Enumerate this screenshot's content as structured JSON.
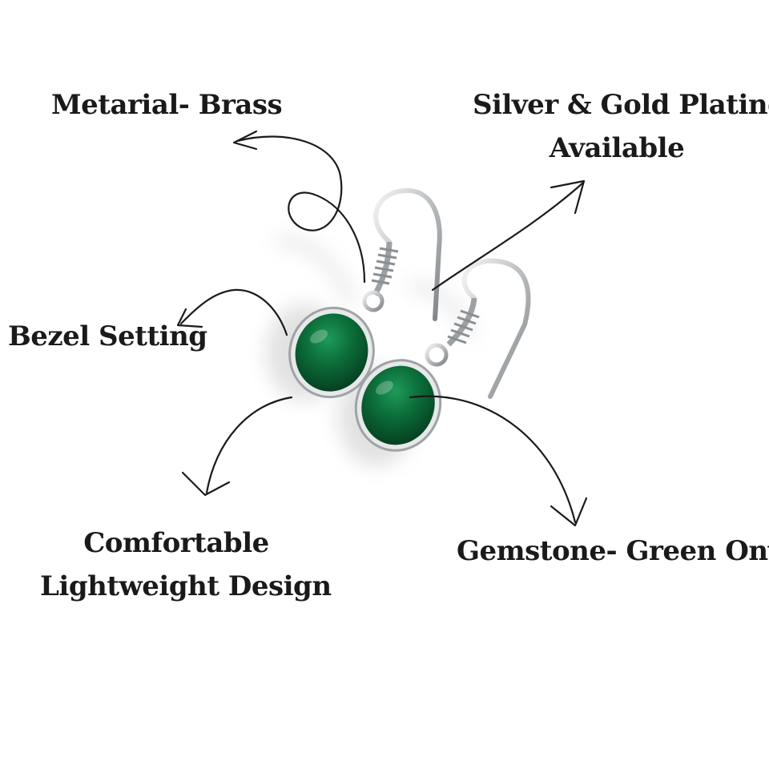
{
  "labels": {
    "material": "Metarial- Brass",
    "plating_line1": "Silver & Gold Plating",
    "plating_line2": "Available",
    "bezel": "Bezel Setting",
    "comfort_line1": "Comfortable",
    "comfort_line2": "Lightweight Design",
    "gemstone": "Gemstone- Green Onyx"
  },
  "colors": {
    "background": "#ffffff",
    "text": "#1a1a1a",
    "stone": "#0c6e3a",
    "metal": "#c9ccce"
  }
}
